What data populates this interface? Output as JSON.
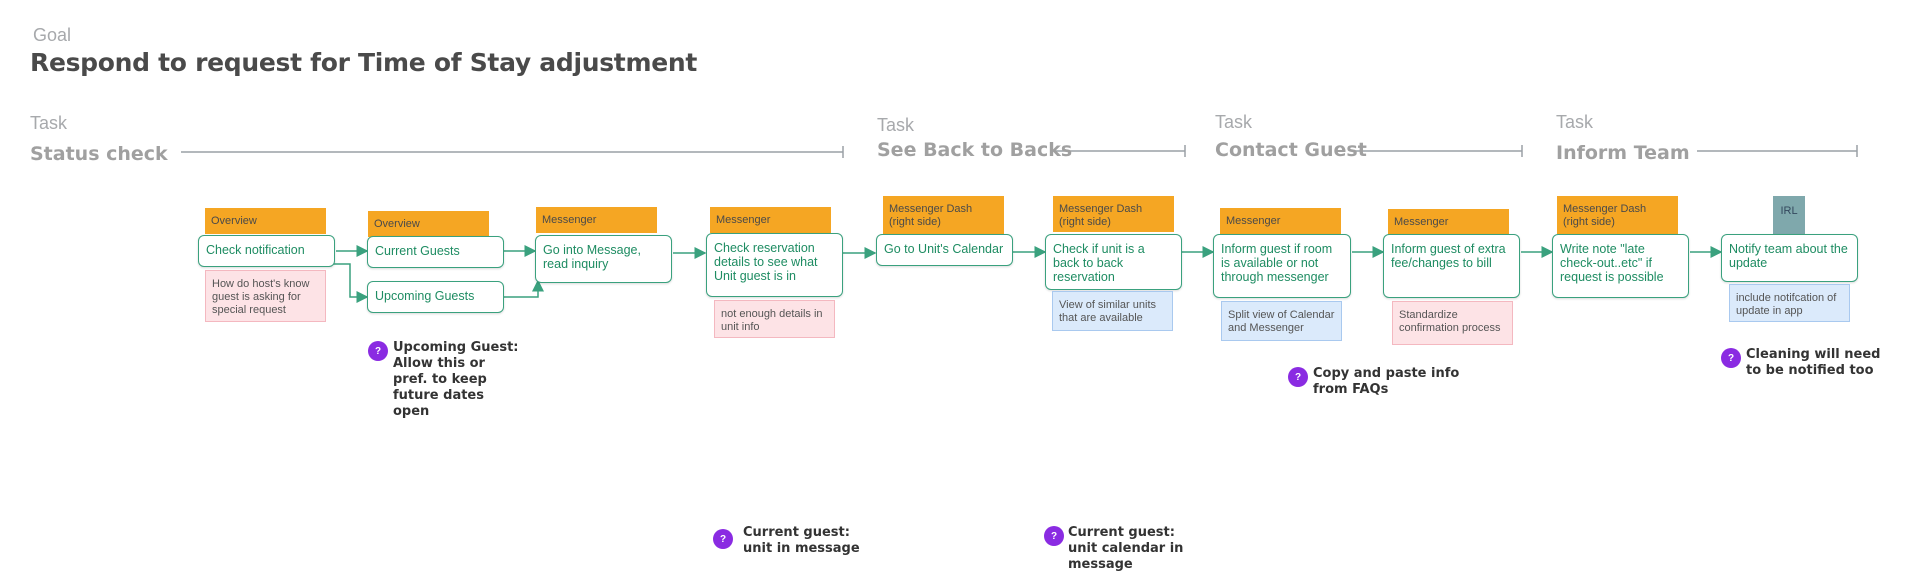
{
  "goal": {
    "label": "Goal",
    "title": "Respond to request for Time of Stay adjustment"
  },
  "tasks": [
    {
      "label": "Task",
      "title": "Status check"
    },
    {
      "label": "Task",
      "title": "See Back to Backs"
    },
    {
      "label": "Task",
      "title": "Contact Guest"
    },
    {
      "label": "Task",
      "title": "Inform Team"
    }
  ],
  "tags": [
    "Overview",
    "Overview",
    "Messenger",
    "Messenger",
    "Messenger Dash (right side)",
    "Messenger Dash (right side)",
    "Messenger",
    "Messenger",
    "Messenger Dash (right side)",
    "IRL"
  ],
  "steps": [
    "Check notification",
    "Current Guests",
    "Upcoming Guests",
    "Go into Message, read inquiry",
    "Check reservation details to see what Unit guest is in",
    "Go to Unit's Calendar",
    "Check if unit is a back to back reservation",
    "Inform guest if room is available or not through messenger",
    "Inform guest of extra fee/changes to bill",
    "Write note \"late check-out..etc\" if request is possible",
    "Notify team about the update"
  ],
  "notes": [
    {
      "text": "How do host's know guest is asking for special request",
      "color": "pink"
    },
    {
      "text": "not enough details in unit info",
      "color": "pink"
    },
    {
      "text": "View of similar units that are available",
      "color": "blue"
    },
    {
      "text": "Split view of Calendar and Messenger",
      "color": "blue"
    },
    {
      "text": "Standardize confirmation process",
      "color": "pink"
    },
    {
      "text": "include notifcation of update in app",
      "color": "blue"
    }
  ],
  "questions": [
    {
      "icon": "?",
      "text": "Upcoming Guest: Allow this or pref. to keep future dates open"
    },
    {
      "icon": "?",
      "text": "Copy and paste info from FAQs"
    },
    {
      "icon": "?",
      "text": "Cleaning will need to be notified too"
    },
    {
      "icon": "?",
      "text": "Current guest: unit in message"
    },
    {
      "icon": "?",
      "text": "Current guest: unit calendar in message"
    }
  ],
  "colors": {
    "step_border": "#3aa17e",
    "step_text": "#1e8c62",
    "tag": "#f5a623",
    "irl_tag": "#7fa8ac",
    "question": "#8a2be2",
    "note_pink": "#fde3e6",
    "note_blue": "#dbeafb"
  }
}
